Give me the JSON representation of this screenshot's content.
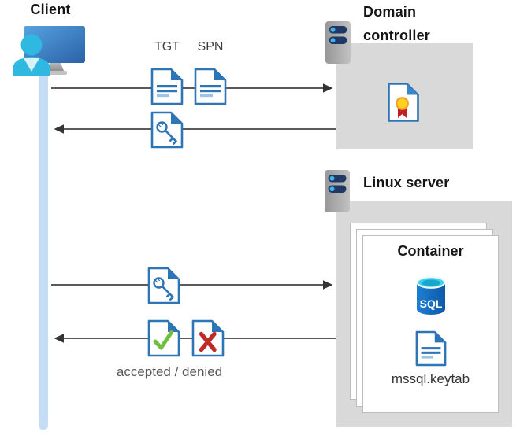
{
  "client": {
    "title": "Client"
  },
  "domain_controller": {
    "title_line1": "Domain",
    "title_line2": "controller"
  },
  "linux_server": {
    "title": "Linux server"
  },
  "container": {
    "title": "Container",
    "sql_badge": "SQL",
    "file_label": "mssql.keytab"
  },
  "flow_labels": {
    "tgt": "TGT",
    "spn": "SPN",
    "result": "accepted / denied"
  },
  "icons": {
    "client": "user-at-computer-icon",
    "server": "server-icon",
    "tgt_document": "document-icon",
    "spn_document": "document-icon",
    "ticket": "key-document-icon",
    "certificate": "certificate-icon",
    "database": "sql-database-icon",
    "keytab_file": "document-icon",
    "accepted": "check-document-icon",
    "denied": "cross-document-icon"
  },
  "colors": {
    "doc_blue": "#2e75b6",
    "doc_line_light": "#9dc3e6",
    "box_gray": "#d9d9d9",
    "lifeline_blue": "#c5dcf5",
    "arrow_gray": "#424242",
    "server_pill_navy": "#1f3864",
    "server_dot_blue": "#44b0e2",
    "check_green": "#70bf41",
    "cross_red": "#be2b26",
    "medal_yellow": "#ffd21e",
    "ribbon_red": "#c02020",
    "sql_body_blue": "#1268c0",
    "sql_top_cyan": "#3fd0ee",
    "person_cyan": "#2fb9e0"
  }
}
